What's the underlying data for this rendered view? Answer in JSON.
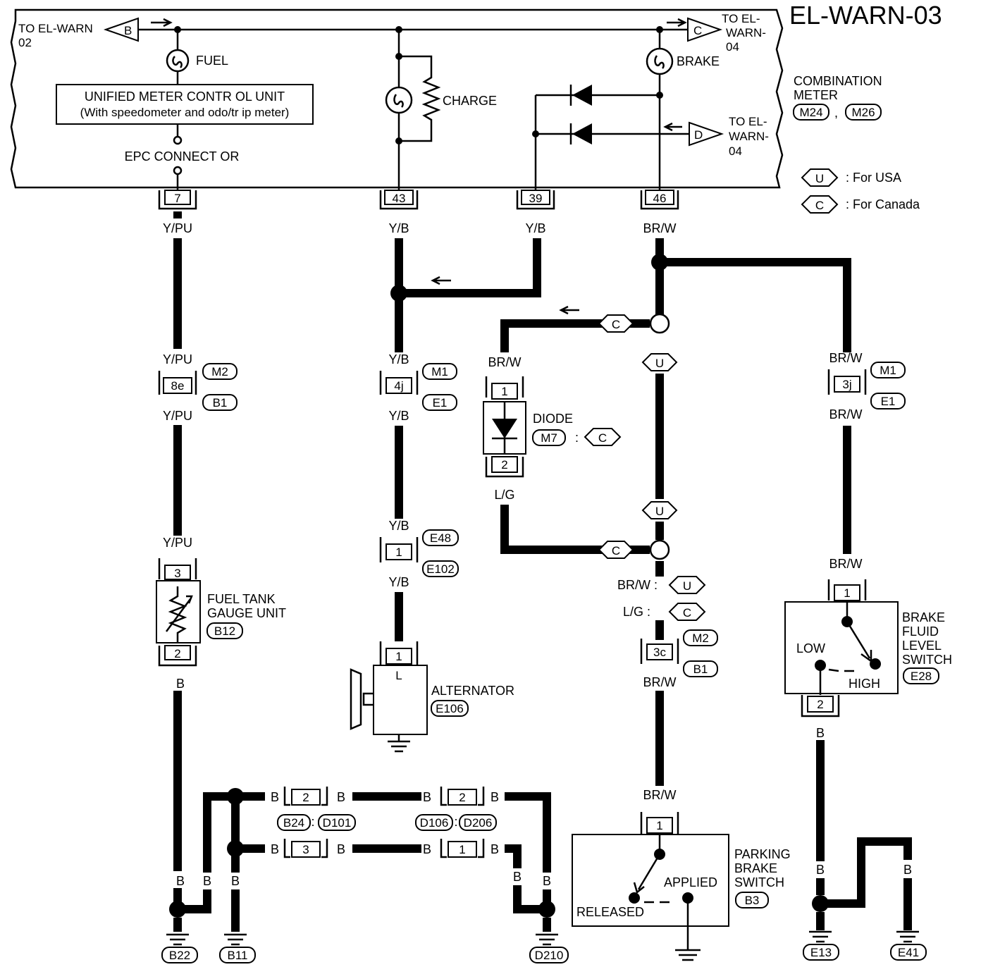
{
  "page": {
    "title": "EL-WARN-03"
  },
  "meter": {
    "unified_line1": "UNIFIED METER CONTR OL UNIT",
    "unified_line2": "(With speedometer and odo/tr ip meter)",
    "epc": "EPC CONNECT OR",
    "fuel": "FUEL",
    "charge": "CHARGE",
    "brake": "BRAKE",
    "to_warn02": [
      "TO EL-WARN",
      "02"
    ],
    "to_warn04_top": [
      "TO EL-",
      "WARN-",
      "04"
    ],
    "to_warn04_mid": [
      "TO EL-",
      "WARN-",
      "04"
    ],
    "combination": [
      "COMBINATION",
      "METER"
    ],
    "conn_m24": "M24",
    "conn_m26": "M26",
    "comma": ","
  },
  "flags": {
    "B": "B",
    "C": "C",
    "D": "D",
    "U": "U"
  },
  "legend": {
    "usa": ": For USA",
    "canada": ": For Canada"
  },
  "terminals": {
    "t7": "7",
    "t43": "43",
    "t39": "39",
    "t46": "46"
  },
  "wires": {
    "y_pu": "Y/PU",
    "y_b": "Y/B",
    "br_w": "BR/W",
    "l_g": "L/G",
    "b": "B",
    "brw_u": "BR/W  :",
    "lg_c": "L/G    :"
  },
  "connectors": {
    "c8e": "8e",
    "c4j": "4j",
    "c3j": "3j",
    "c1": "1",
    "c2": "2",
    "c3": "3",
    "c3c": "3c",
    "m1": "M1",
    "m2": "M2",
    "b1": "B1",
    "e1": "E1",
    "e48": "E48",
    "e102": "E102",
    "m7": "M7",
    "b24": "B24",
    "d101": "D101",
    "d106": "D106",
    "d206": "D206",
    "sep": ":"
  },
  "components": {
    "fuel_tank": [
      "FUEL TANK",
      "GAUGE UNIT"
    ],
    "fuel_tank_conn": "B12",
    "alternator": "ALTERNATOR",
    "alternator_conn": "E106",
    "alt_l": "L",
    "diode": "DIODE",
    "brake_fluid": [
      "BRAKE",
      "FLUID",
      "LEVEL",
      "SWITCH"
    ],
    "brake_fluid_conn": "E28",
    "low": "LOW",
    "high": "HIGH",
    "parking": [
      "PARKING",
      "BRAKE",
      "SWITCH"
    ],
    "parking_conn": "B3",
    "released": "RELEASED",
    "applied": "APPLIED"
  },
  "grounds": {
    "b22": "B22",
    "b11": "B11",
    "d210": "D210",
    "e13": "E13",
    "e41": "E41"
  }
}
